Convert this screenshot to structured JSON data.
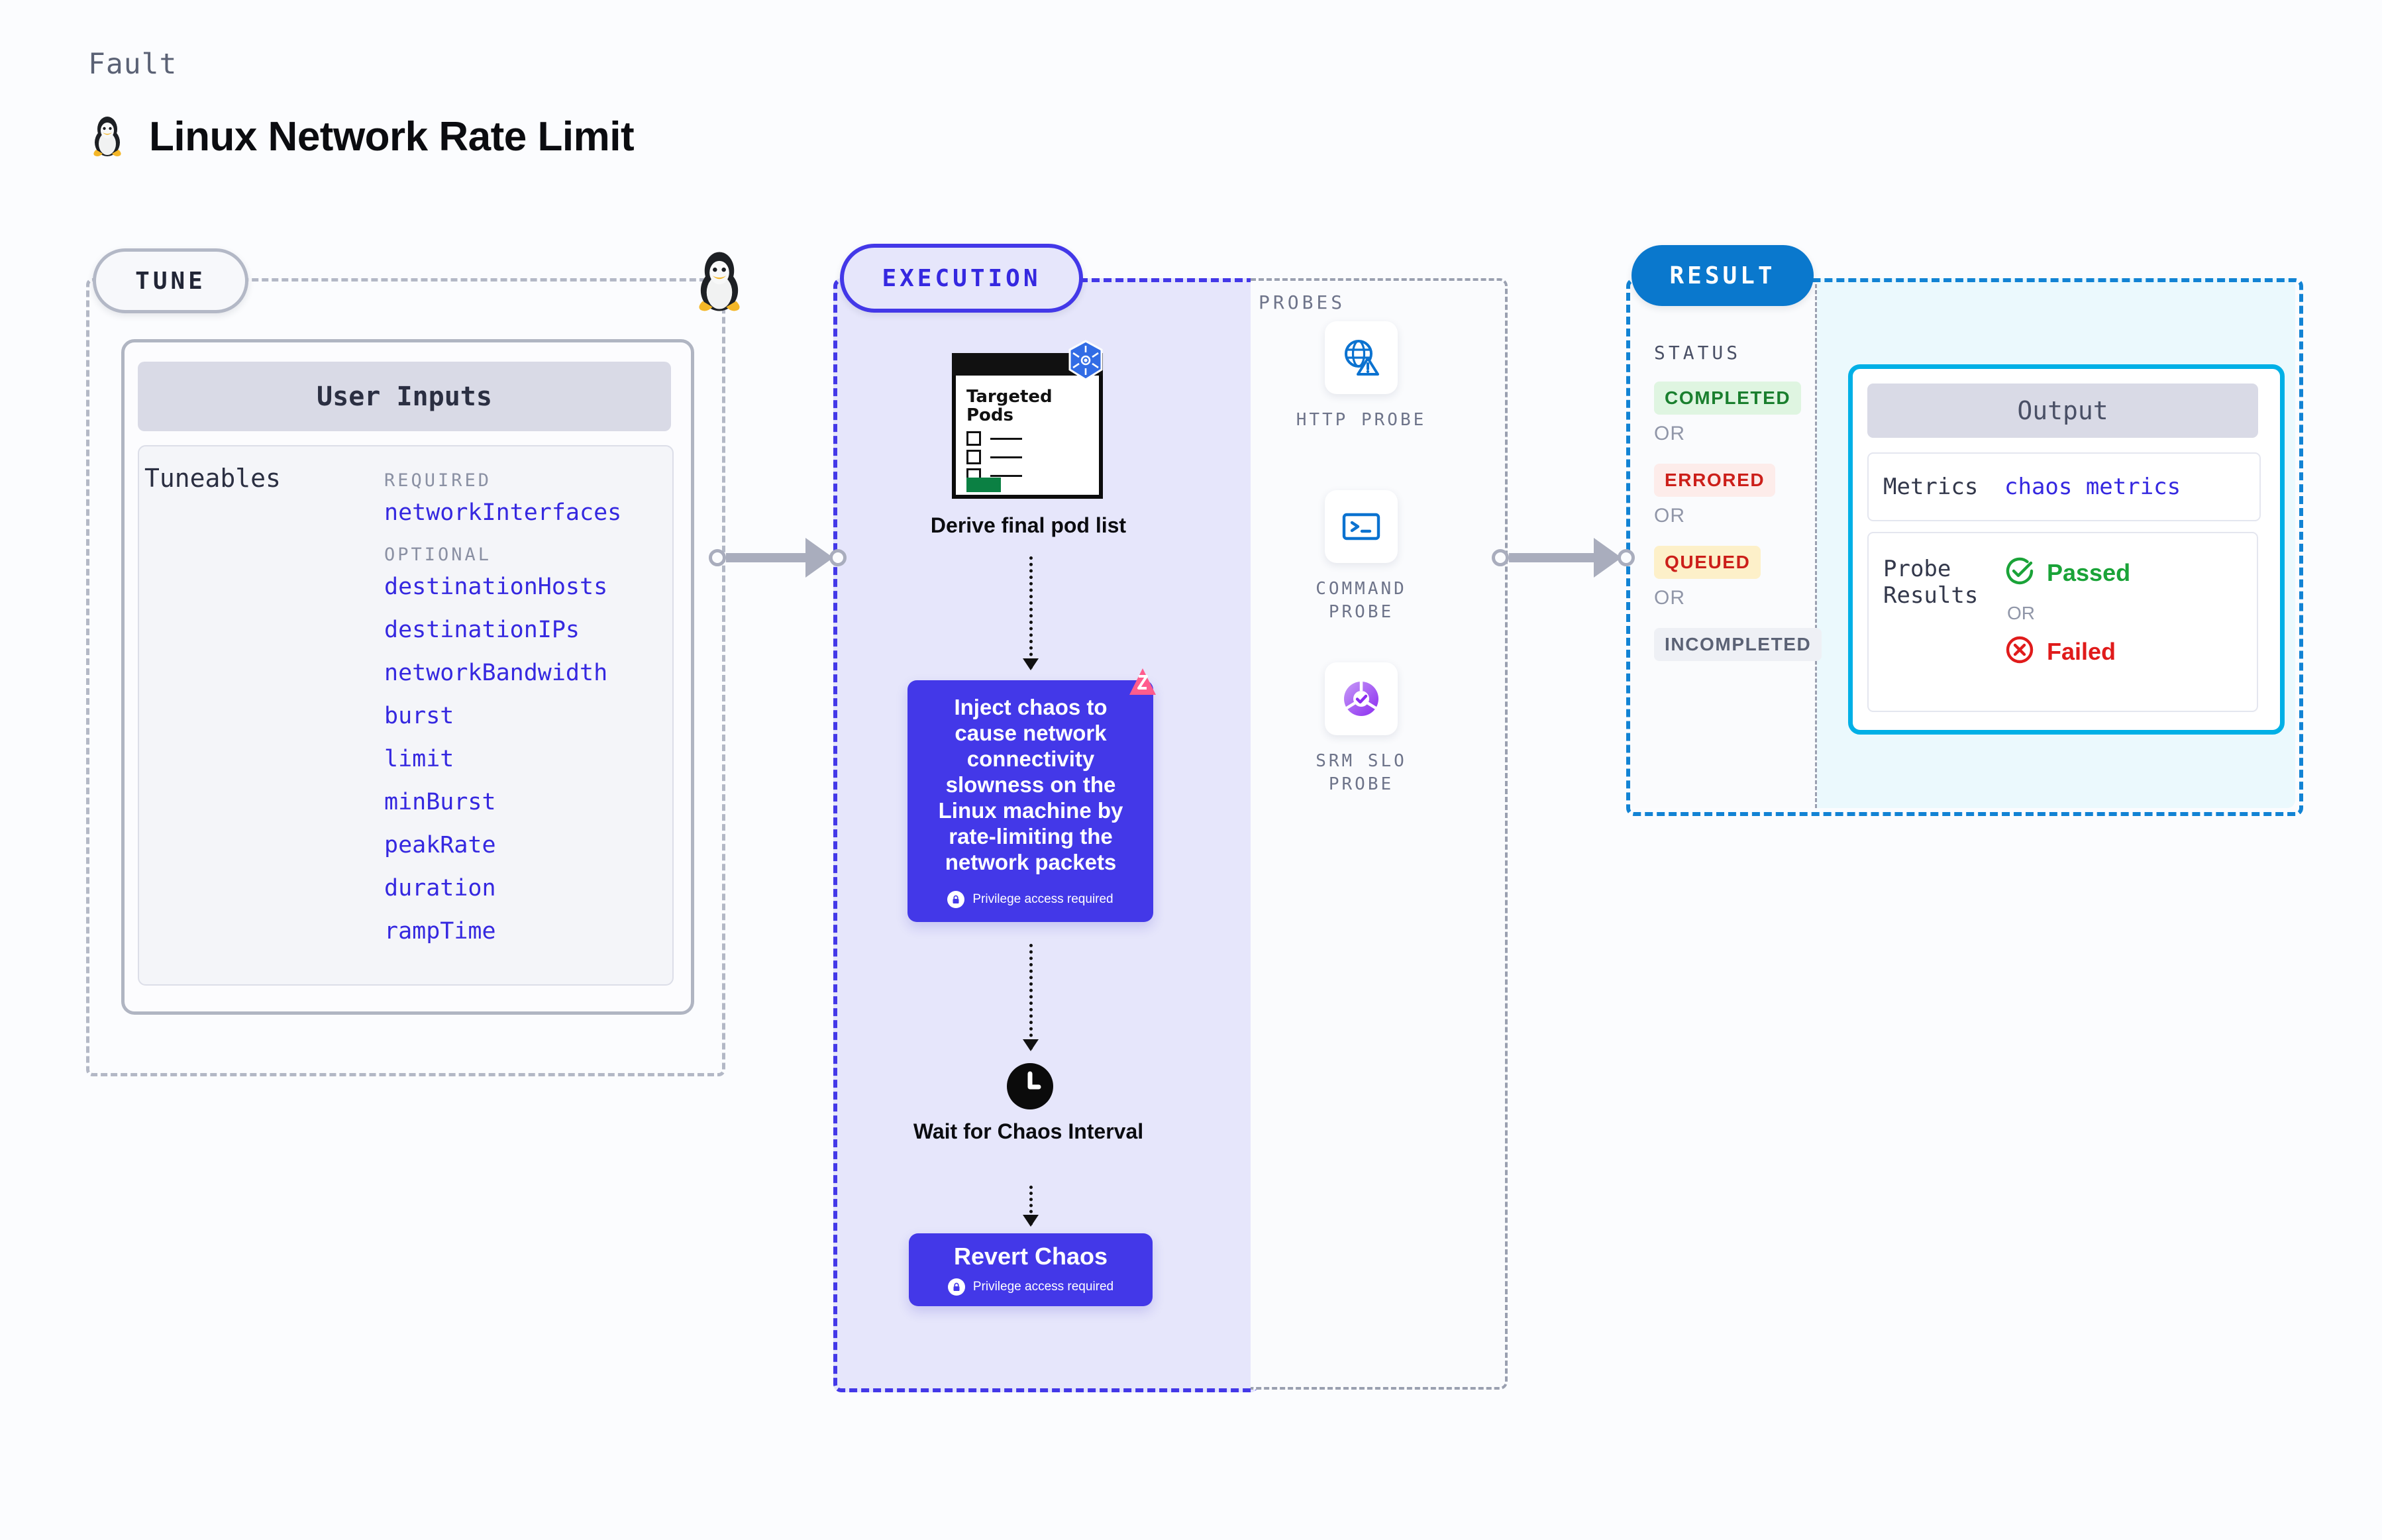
{
  "header": {
    "eyebrow": "Fault",
    "title": "Linux Network Rate Limit",
    "icon": "tux-penguin-icon"
  },
  "tune": {
    "pill_label": "TUNE",
    "side_icon": "tux-penguin-icon",
    "card": {
      "header": "User Inputs",
      "tuneables_label": "Tuneables",
      "groups": [
        {
          "label": "REQUIRED",
          "items": [
            "networkInterfaces"
          ]
        },
        {
          "label": "OPTIONAL",
          "items": [
            "destinationHosts",
            "destinationIPs",
            "networkBandwidth",
            "burst",
            "limit",
            "minBurst",
            "peakRate",
            "duration",
            "rampTime"
          ]
        }
      ]
    }
  },
  "execution": {
    "pill_label": "EXECUTION",
    "pods_card": {
      "title": "Targeted Pods",
      "badge_icon": "kubernetes-helm-icon",
      "checklist_rows": 3
    },
    "pods_caption": "Derive final pod list",
    "chaos_box": {
      "text": "Inject chaos to cause network connectivity slowness on the Linux machine by rate-limiting the network packets",
      "privilege_note": "Privilege access required",
      "badge_icon": "litmus-chaos-icon",
      "color": "#4338e8"
    },
    "wait_step": {
      "icon": "clock-icon",
      "caption": "Wait for Chaos Interval"
    },
    "revert_box": {
      "title": "Revert Chaos",
      "privilege_note": "Privilege access required",
      "color": "#4338e8"
    }
  },
  "probes": {
    "label": "PROBES",
    "items": [
      {
        "icon": "globe-warning-icon",
        "caption": "HTTP PROBE"
      },
      {
        "icon": "terminal-icon",
        "caption": "COMMAND PROBE"
      },
      {
        "icon": "slo-donut-check-icon",
        "caption": "SRM SLO PROBE"
      }
    ]
  },
  "result": {
    "pill_label": "RESULT",
    "status_label": "STATUS",
    "or_label": "OR",
    "statuses": [
      {
        "label": "COMPLETED",
        "color": "#1a7f2e",
        "bg": "#dff5e1"
      },
      {
        "label": "ERRORED",
        "color": "#cc1f1a",
        "bg": "#fdecea"
      },
      {
        "label": "QUEUED",
        "color": "#cc1f1a",
        "bg": "#fdf0c9"
      },
      {
        "label": "INCOMPLETED",
        "color": "#5b6275",
        "bg": "#eef0f5"
      }
    ],
    "output": {
      "header": "Output",
      "metrics_key": "Metrics",
      "metrics_value": "chaos metrics",
      "probe_results_key": "Probe Results",
      "passed_label": "Passed",
      "failed_label": "Failed",
      "or_label": "OR",
      "passed_color": "#1aa338",
      "failed_color": "#e01b1b"
    }
  }
}
